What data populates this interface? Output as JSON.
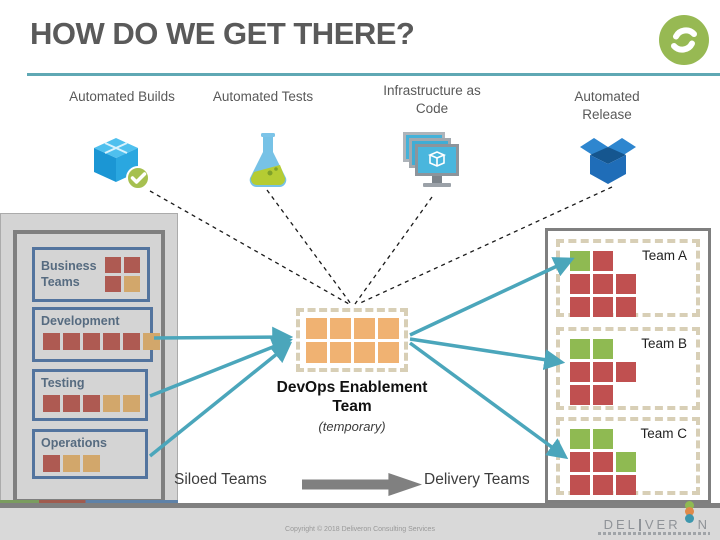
{
  "slide": {
    "title": "HOW DO WE GET THERE?",
    "copyright": "Copyright © 2018 Deliveron Consulting Services",
    "logo": {
      "part1": "DEL",
      "part2": "VER",
      "part3": "N"
    }
  },
  "pipeline": [
    {
      "label": "Automated Builds",
      "icon": "package-check-icon"
    },
    {
      "label": "Automated Tests",
      "icon": "flask-icon"
    },
    {
      "label": "Infrastructure as Code",
      "icon": "monitor-stack-icon"
    },
    {
      "label": "Automated Release",
      "icon": "open-box-icon"
    }
  ],
  "siloed": {
    "caption": "Siloed Teams",
    "teams": [
      {
        "label": "Business Teams",
        "rows": [
          [
            "red",
            "red"
          ],
          [
            "red",
            "tan"
          ]
        ]
      },
      {
        "label": "Development",
        "rows": [
          [
            "red",
            "red",
            "red",
            "red",
            "red",
            "tan"
          ]
        ]
      },
      {
        "label": "Testing",
        "rows": [
          [
            "red",
            "red",
            "red",
            "tan",
            "tan"
          ]
        ]
      },
      {
        "label": "Operations",
        "rows": [
          [
            "red",
            "tan",
            "tan"
          ]
        ]
      }
    ]
  },
  "enablement": {
    "line1": "DevOps Enablement",
    "line2": "Team",
    "note": "(temporary)",
    "rows": [
      [
        "orange",
        "orange",
        "orange",
        "orange"
      ],
      [
        "orange",
        "orange",
        "orange",
        "orange"
      ]
    ]
  },
  "delivery": {
    "caption": "Delivery Teams",
    "teams": [
      {
        "label": "Team A",
        "rows": [
          [
            "green",
            "dred"
          ],
          [
            "dred",
            "dred",
            "dred"
          ],
          [
            "dred",
            "dred",
            "dred"
          ]
        ]
      },
      {
        "label": "Team B",
        "rows": [
          [
            "green",
            "green"
          ],
          [
            "dred",
            "dred",
            "dred"
          ],
          [
            "dred",
            "dred"
          ]
        ]
      },
      {
        "label": "Team C",
        "rows": [
          [
            "green",
            "green"
          ],
          [
            "dred",
            "dred",
            "green"
          ],
          [
            "dred",
            "dred",
            "dred"
          ]
        ]
      }
    ]
  },
  "colors": {
    "accent_teal": "#5fa8b4",
    "arrow_teal": "#4ba6bb",
    "title_gray": "#5a5a5a",
    "silo_border_blue": "#53749e",
    "silo_red": "#ae5a52",
    "silo_tan": "#d2a76b",
    "team_red": "#c05050",
    "team_green": "#8fba52",
    "enable_orange": "#f0b272",
    "dashed_beige": "#d8cfb6",
    "badge_green": "#97b953"
  }
}
